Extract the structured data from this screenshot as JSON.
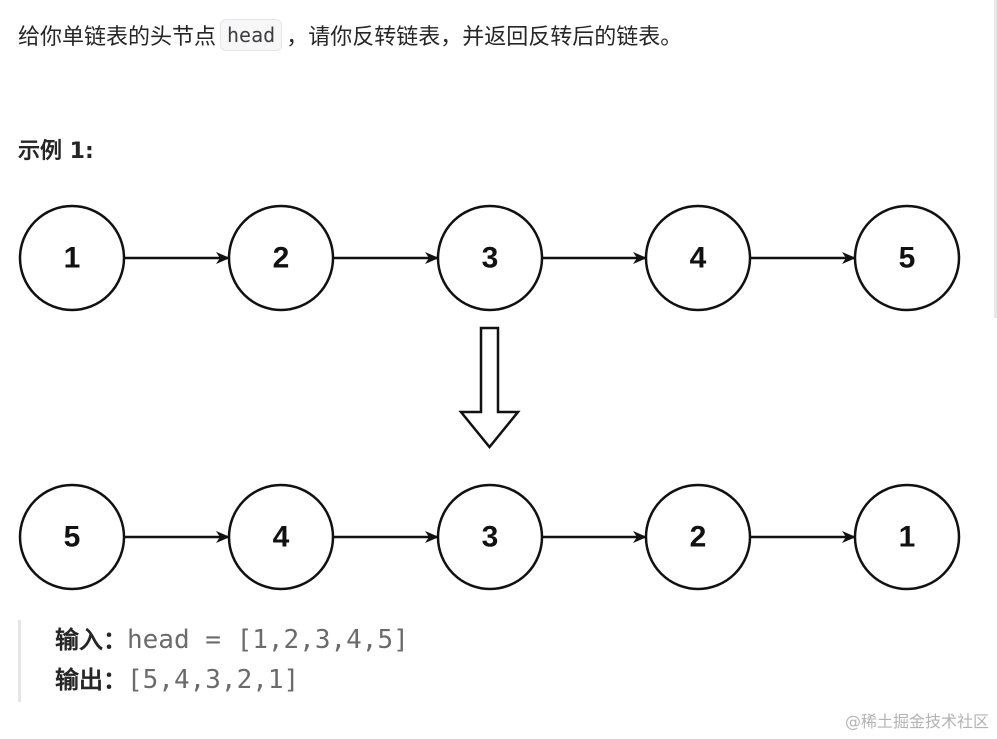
{
  "description": {
    "before": "给你单链表的头节点",
    "code": "head",
    "after": "，请你反转链表，并返回反转后的链表。"
  },
  "example": {
    "title": "示例 1:",
    "input_list": [
      "1",
      "2",
      "3",
      "4",
      "5"
    ],
    "output_list": [
      "5",
      "4",
      "3",
      "2",
      "1"
    ],
    "input_label": "输入：",
    "input_value": "head = [1,2,3,4,5]",
    "output_label": "输出：",
    "output_value": "[5,4,3,2,1]"
  },
  "watermark": "@稀土掘金技术社区"
}
